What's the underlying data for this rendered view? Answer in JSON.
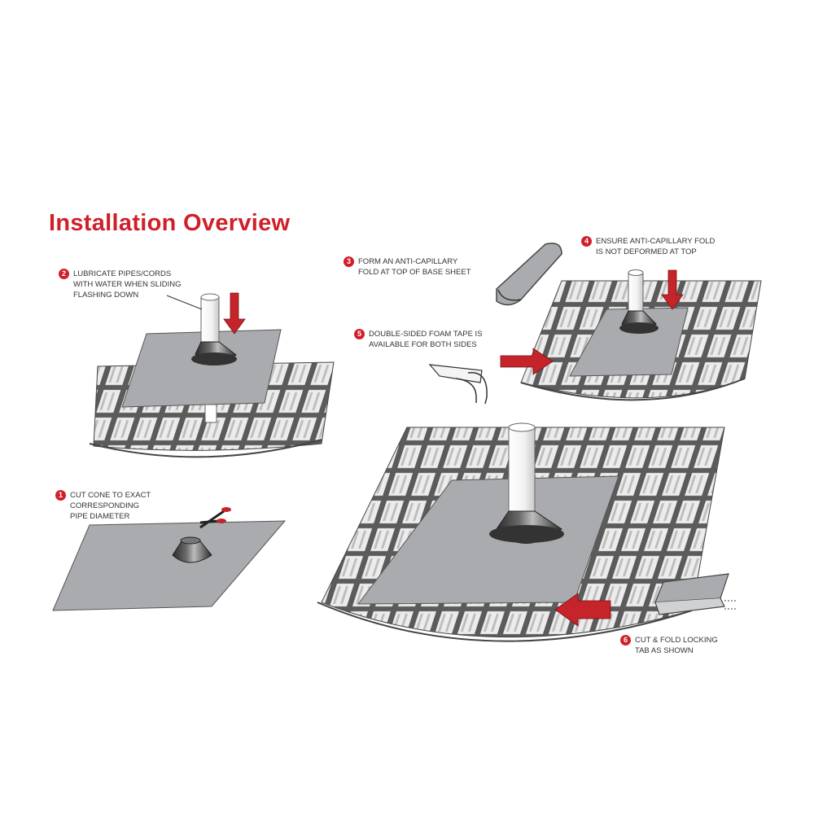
{
  "title": "Installation Overview",
  "steps": [
    {
      "num": "2",
      "text": "LUBRICATE PIPES/CORDS\nWITH WATER WHEN SLIDING\nFLASHING DOWN"
    },
    {
      "num": "1",
      "text": "CUT CONE TO EXACT\nCORRESPONDING\nPIPE DIAMETER"
    },
    {
      "num": "3",
      "text": "FORM AN ANTI-CAPILLARY\nFOLD AT TOP OF BASE SHEET"
    },
    {
      "num": "4",
      "text": "ENSURE ANTI-CAPILLARY FOLD\nIS NOT DEFORMED AT TOP"
    },
    {
      "num": "5",
      "text": "DOUBLE-SIDED FOAM TAPE IS\nAVAILABLE FOR BOTH SIDES"
    },
    {
      "num": "6",
      "text": "CUT & FOLD LOCKING\nTAB AS SHOWN"
    }
  ],
  "colors": {
    "accent": "#d11f2a",
    "flashing": "#a9abae",
    "tile": "#e6e6e6",
    "tile_dark": "#5a5a5a"
  }
}
